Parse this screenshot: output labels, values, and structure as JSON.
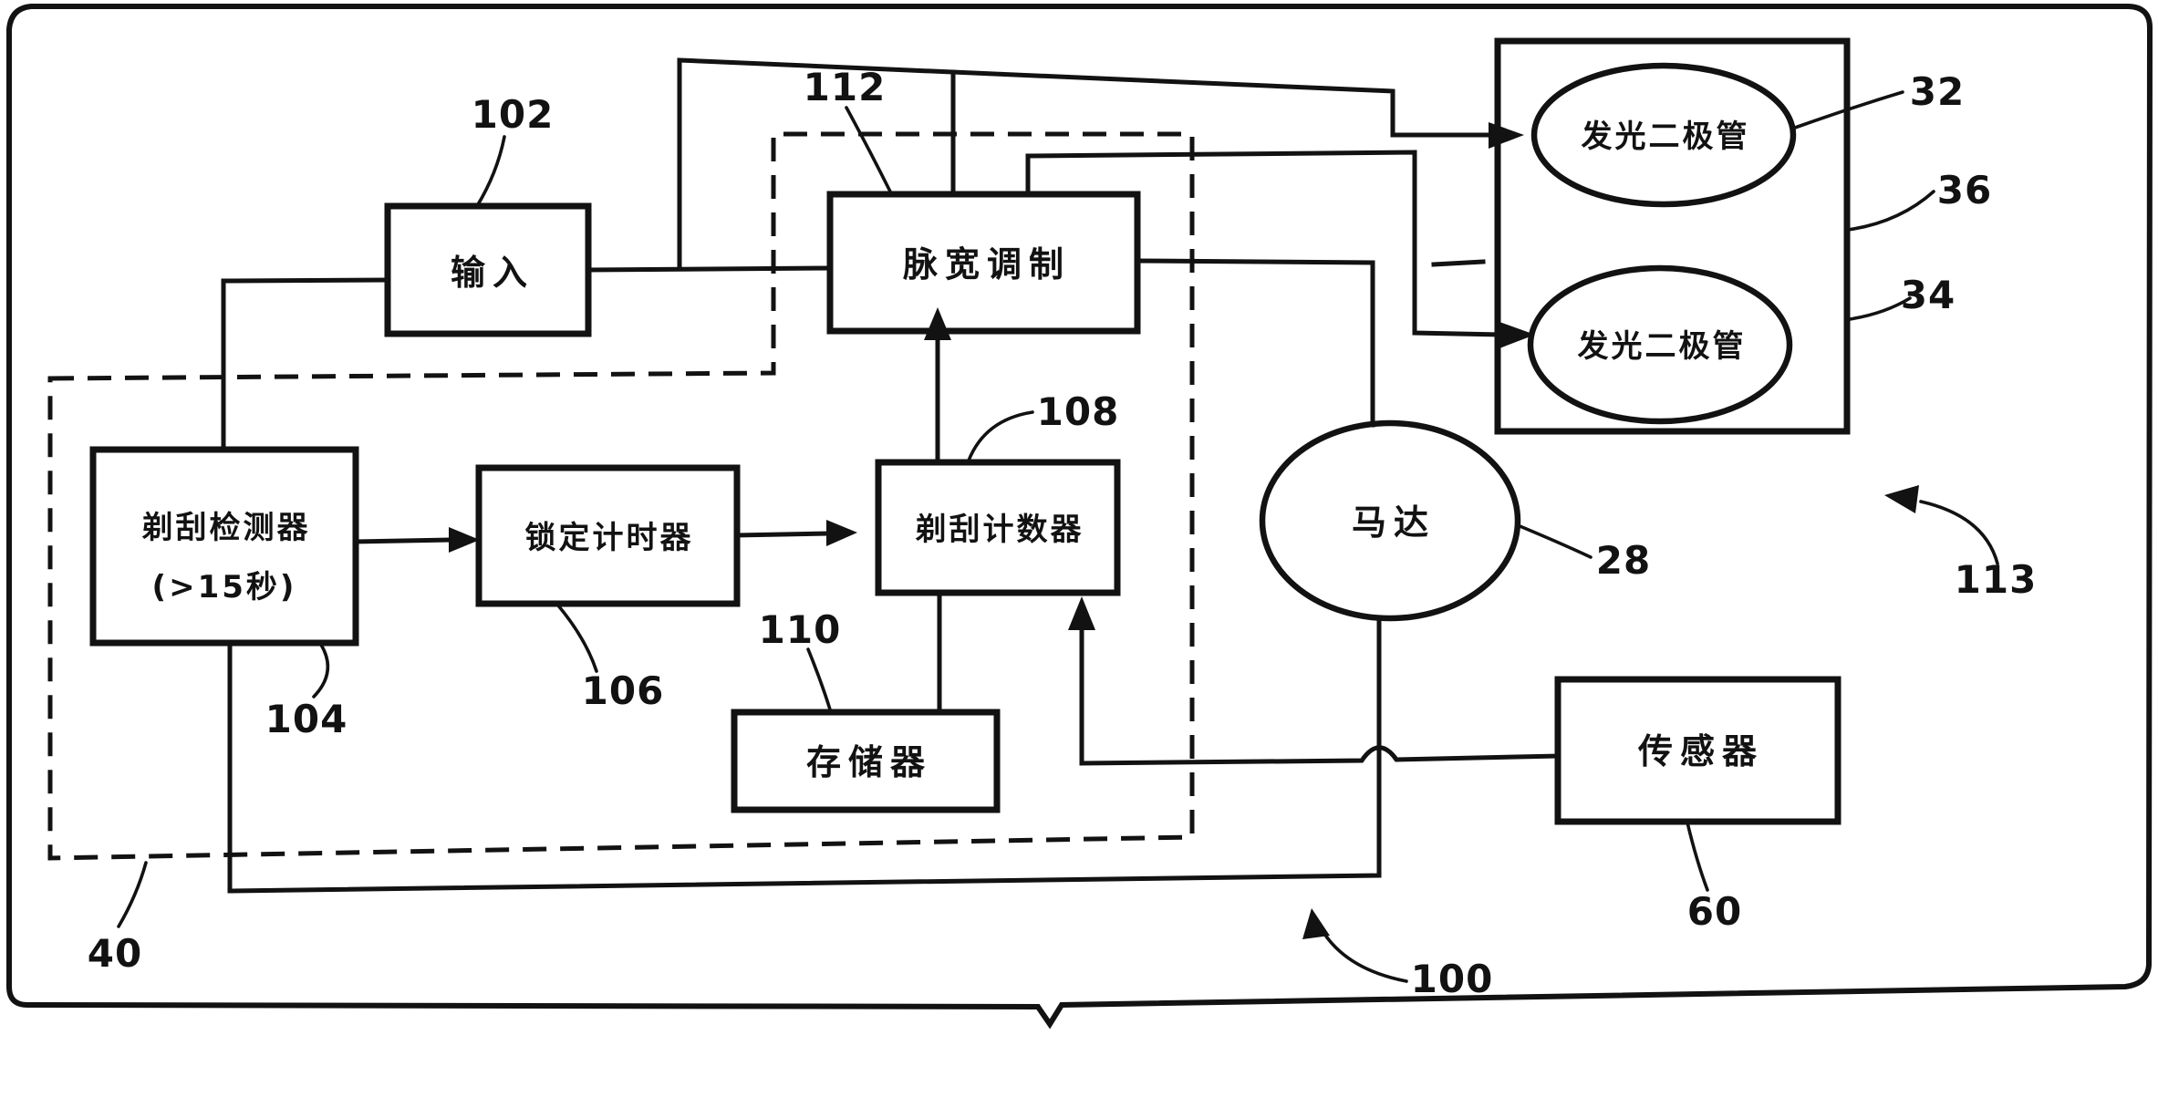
{
  "figure": {
    "kind": "patent-block-diagram",
    "colors": {
      "ink": "#121212",
      "background": "#ffffff"
    },
    "nodes": {
      "input": {
        "label": "输入",
        "ref": "102"
      },
      "pwm": {
        "label": "脉宽调制",
        "ref": "112"
      },
      "detector": {
        "label_line1": "剃刮检测器",
        "label_line2": "(>15秒)",
        "ref": "104"
      },
      "lockout_timer": {
        "label": "锁定计时器",
        "ref": "106"
      },
      "shave_counter": {
        "label": "剃刮计数器",
        "ref": "108"
      },
      "memory": {
        "label": "存储器",
        "ref": "110"
      },
      "motor": {
        "label": "马达",
        "ref": "28"
      },
      "sensor": {
        "label": "传感器",
        "ref": "60"
      },
      "led_top": {
        "label": "发光二极管",
        "ref": "32"
      },
      "led_bottom": {
        "label": "发光二极管",
        "ref": "34"
      },
      "led_enclosure": {
        "ref": "36"
      },
      "dashed_enclosure_left": {
        "ref": "40"
      },
      "dashed_enclosure_pwm": {
        "ref": "112"
      },
      "system_arrow": {
        "ref": "100"
      },
      "side_arrow": {
        "ref": "113"
      }
    }
  }
}
